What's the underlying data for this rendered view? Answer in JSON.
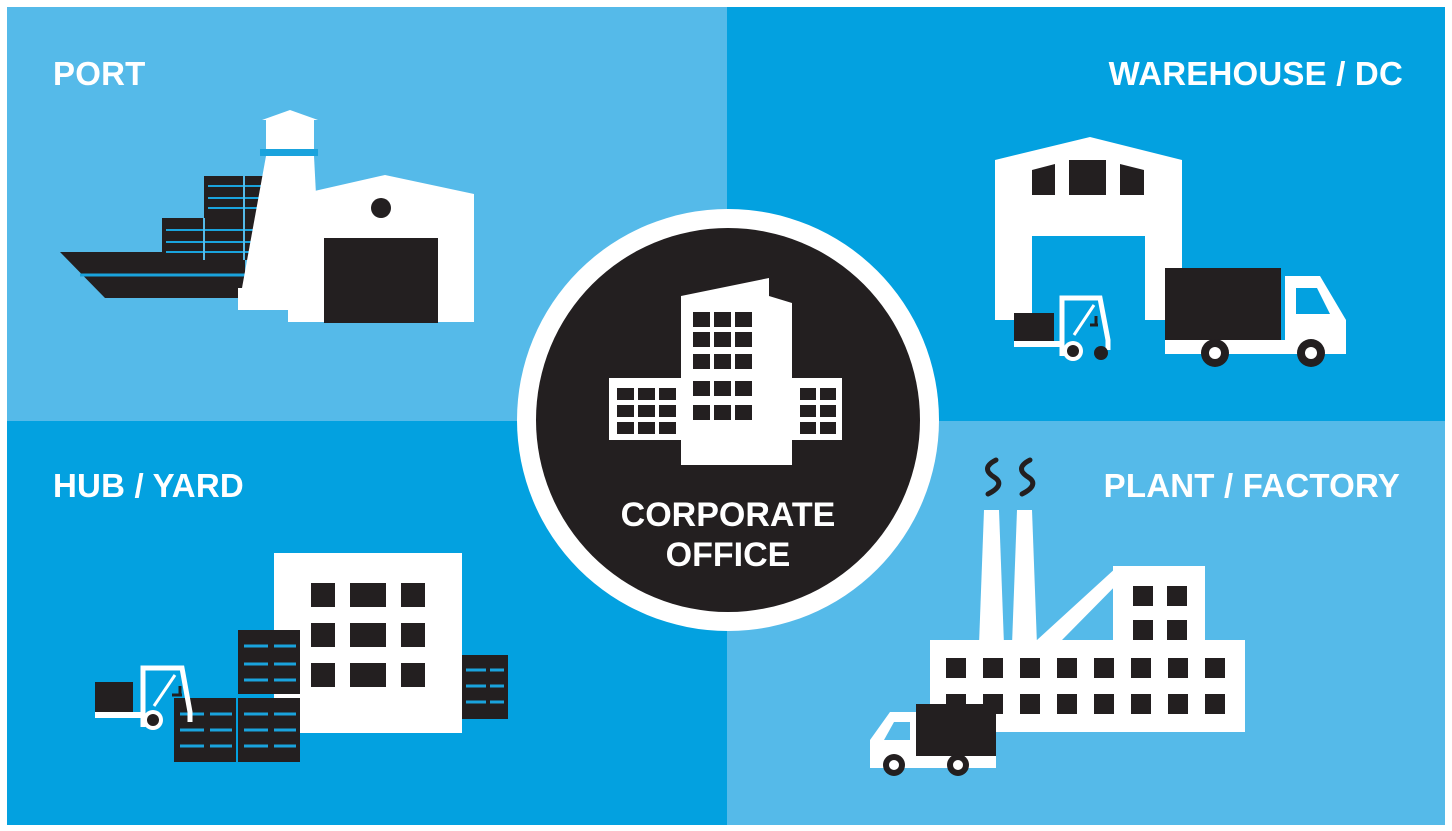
{
  "colors": {
    "light_blue": "#55bae9",
    "mid_blue": "#03a1e0",
    "dark": "#231f20",
    "white": "#ffffff",
    "accent_line": "#1aa3dd"
  },
  "quadrants": {
    "port": {
      "label": "PORT",
      "icon": "port-lighthouse-ship-icon"
    },
    "warehouse": {
      "label": "WAREHOUSE / DC",
      "icon": "warehouse-truck-forklift-icon"
    },
    "hub": {
      "label": "HUB / YARD",
      "icon": "hub-yard-containers-icon"
    },
    "plant": {
      "label": "PLANT / FACTORY",
      "icon": "factory-smokestacks-icon"
    }
  },
  "center": {
    "line1": "CORPORATE",
    "line2": "OFFICE",
    "icon": "office-building-icon"
  }
}
